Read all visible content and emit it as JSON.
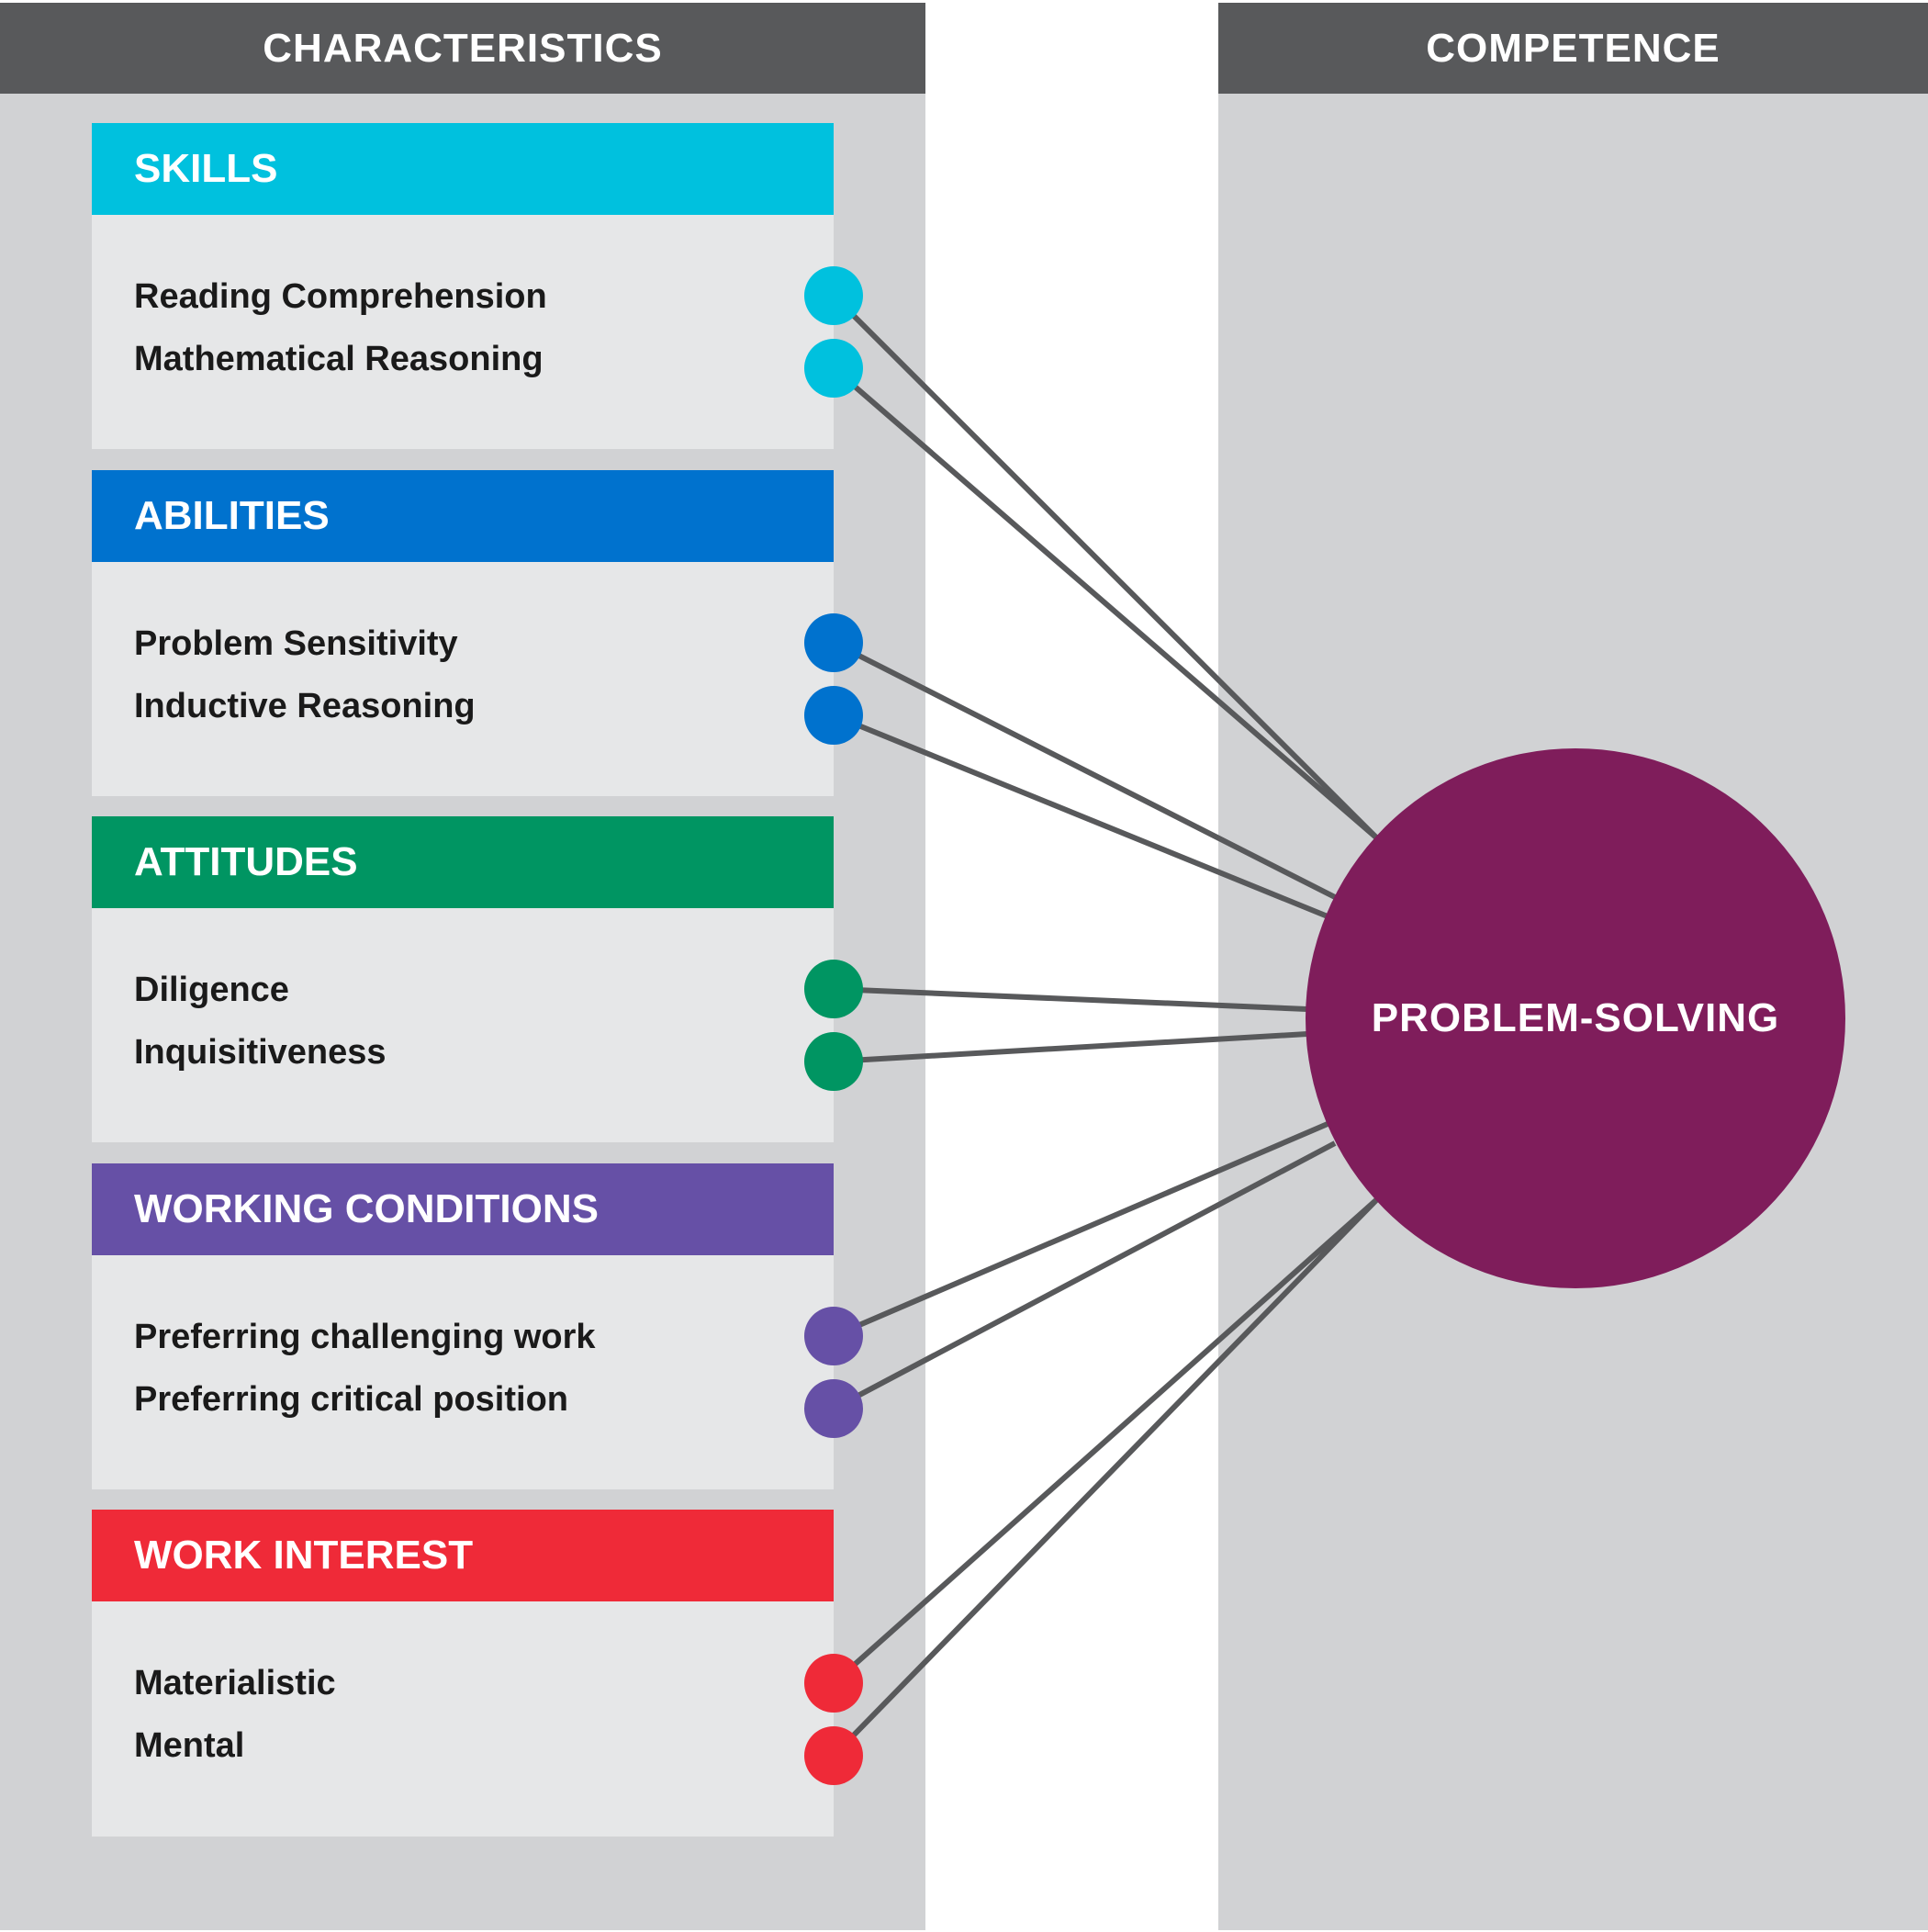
{
  "columns": {
    "left_title": "CHARACTERISTICS",
    "right_title": "COMPETENCE"
  },
  "competence": "PROBLEM-SOLVING",
  "groups": [
    {
      "title": "SKILLS",
      "color": "#00c1de",
      "items": [
        "Reading Comprehension",
        "Mathematical Reasoning"
      ]
    },
    {
      "title": "ABILITIES",
      "color": "#0072ce",
      "items": [
        "Problem Sensitivity",
        "Inductive Reasoning"
      ]
    },
    {
      "title": "ATTITUDES",
      "color": "#009562",
      "items": [
        "Diligence",
        "Inquisitiveness"
      ]
    },
    {
      "title": "WORKING CONDITIONS",
      "color": "#6650a6",
      "items": [
        "Preferring challenging work",
        "Preferring critical position"
      ]
    },
    {
      "title": "WORK INTEREST",
      "color": "#ef2a38",
      "items": [
        "Materialistic",
        "Mental"
      ]
    }
  ],
  "colors": {
    "header_bg": "#58595b",
    "column_bg": "#d1d2d4",
    "panel_bg": "#e6e7e8",
    "hub": "#7f1d5b",
    "link": "#58595b"
  }
}
